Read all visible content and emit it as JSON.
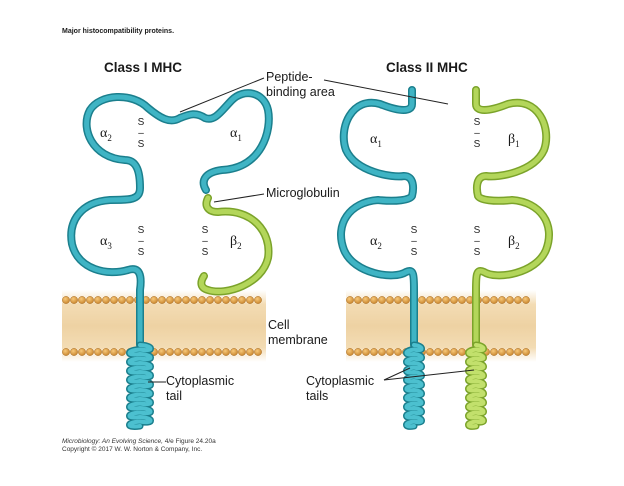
{
  "figure_heading": "Major histocompatibility proteins.",
  "class1": {
    "title": "Class I MHC",
    "domains": {
      "alpha1": {
        "letter": "α",
        "sub": "1"
      },
      "alpha2": {
        "letter": "α",
        "sub": "2"
      },
      "alpha3": {
        "letter": "α",
        "sub": "3"
      },
      "beta2": {
        "letter": "β",
        "sub": "2"
      }
    }
  },
  "class2": {
    "title": "Class II MHC",
    "domains": {
      "alpha1": {
        "letter": "α",
        "sub": "1"
      },
      "alpha2": {
        "letter": "α",
        "sub": "2"
      },
      "beta1": {
        "letter": "β",
        "sub": "1"
      },
      "beta2": {
        "letter": "β",
        "sub": "2"
      }
    }
  },
  "labels": {
    "peptide_binding_line1": "Peptide-",
    "peptide_binding_line2": "binding area",
    "microglobulin": "Microglobulin",
    "cell_membrane_line1": "Cell",
    "cell_membrane_line2": "membrane",
    "cyto_tail_line1": "Cytoplasmic",
    "cyto_tail_line2": "tail",
    "cyto_tails_line1": "Cytoplasmic",
    "cyto_tails_line2": "tails",
    "disulfide_s": "S",
    "disulfide_dash": "–"
  },
  "credit": {
    "book": "Microbiology: An Evolving Science,",
    "edition_figure": "4/e  Figure 24.20a",
    "copyright": "Copyright © 2017 W. W. Norton & Company, Inc."
  },
  "colors": {
    "alpha_chain": "#2ea3b4",
    "alpha_chain_dark": "#1b7f8d",
    "beta_chain": "#a6cc4a",
    "beta_chain_dark": "#7ba32a",
    "membrane": "#f0d7ad",
    "membrane_head": "#e6a64a",
    "membrane_head_dark": "#b97a24"
  }
}
